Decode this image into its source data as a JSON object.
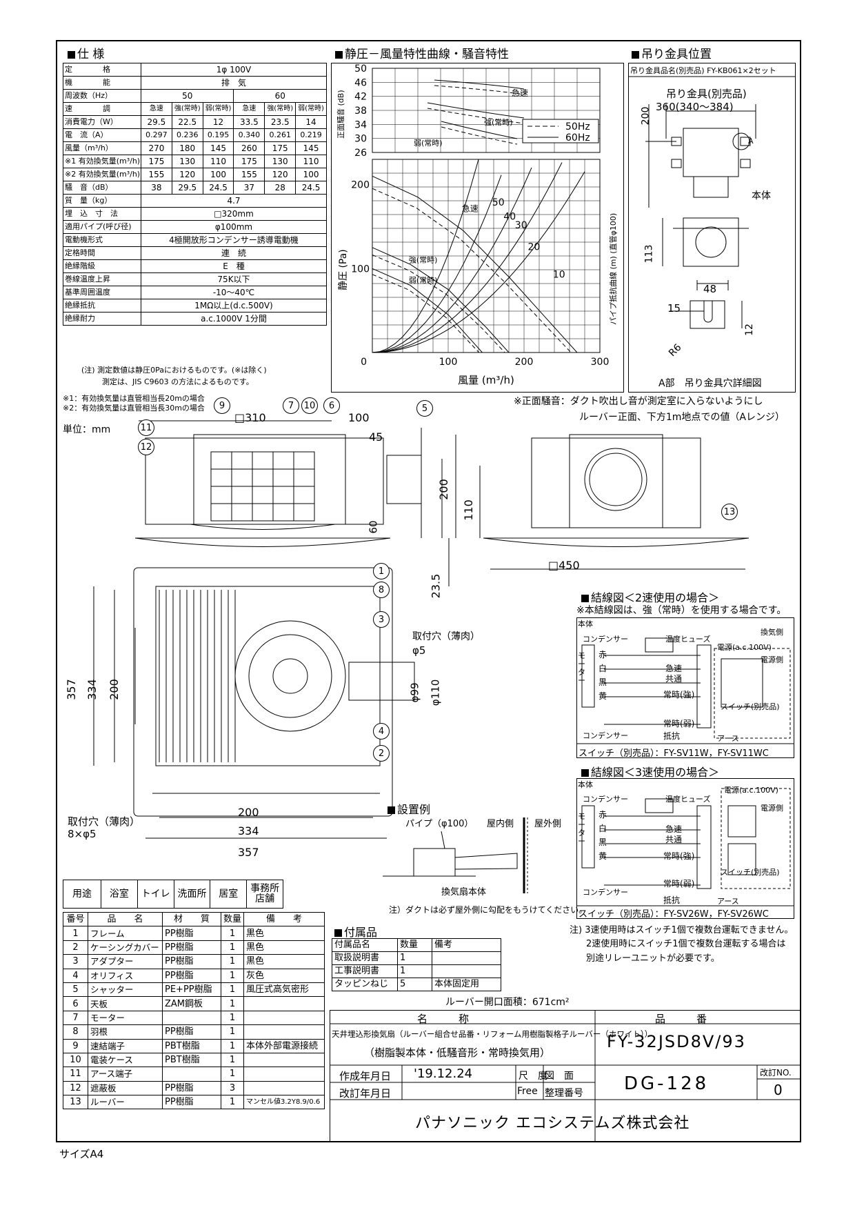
{
  "spec": {
    "title": "仕 様",
    "rows": [
      [
        "定　　　　格",
        "1φ 100V"
      ],
      [
        "機　　　　能",
        "排　気"
      ],
      [
        "周波数（Hz）",
        "50",
        "60"
      ],
      [
        "速　　　　調",
        "急速",
        "強(常時)",
        "弱(常時)",
        "急速",
        "強(常時)",
        "弱(常時)"
      ],
      [
        "消費電力（W）",
        "29.5",
        "22.5",
        "12",
        "33.5",
        "23.5",
        "14"
      ],
      [
        "電　流（A）",
        "0.297",
        "0.236",
        "0.195",
        "0.340",
        "0.261",
        "0.219"
      ],
      [
        "風量（m³/h）",
        "270",
        "180",
        "145",
        "260",
        "175",
        "145"
      ],
      [
        "※1 有効換気量(m³/h)",
        "175",
        "130",
        "110",
        "175",
        "130",
        "110"
      ],
      [
        "※2 有効換気量(m³/h)",
        "155",
        "120",
        "100",
        "155",
        "120",
        "100"
      ],
      [
        "騒　音（dB）",
        "38",
        "29.5",
        "24.5",
        "37",
        "28",
        "24.5"
      ],
      [
        "質　量（kg）",
        "4.7"
      ],
      [
        "埋　込　寸　法",
        "□320mm"
      ],
      [
        "適用パイプ(呼び径)",
        "φ100mm"
      ],
      [
        "電動機形式",
        "4極開放形コンデンサー誘導電動機"
      ],
      [
        "定格時間",
        "連　続"
      ],
      [
        "絶縁階級",
        "E　種"
      ],
      [
        "巻線温度上昇",
        "75K以下"
      ],
      [
        "基準周囲温度",
        "-10～40℃"
      ],
      [
        "絶縁抵抗",
        "1MΩ以上(d.c.500V)"
      ],
      [
        "絶縁耐力",
        "a.c.1000V 1分間"
      ]
    ],
    "note1": "(注) 測定数値は静圧0Paにおけるものです。(※は除く)",
    "note2": "測定は、JIS C9603 の方法によるものです。",
    "foot1": "※1：有効換気量は直管相当長20mの場合",
    "foot2": "※2：有効換気量は直管相当長30mの場合",
    "unit": "単位：mm"
  },
  "chart_section_title": "静圧－風量特性曲線・騒音特性",
  "chart_data": {
    "type": "line",
    "noise": {
      "ylabel": "正面騒音 (dB)",
      "yticks": [
        "50",
        "46",
        "42",
        "38",
        "34",
        "30",
        "26"
      ],
      "legend": [
        "50Hz",
        "60Hz"
      ],
      "curve_labels": [
        "急速",
        "強(常時)",
        "弱(常時)"
      ]
    },
    "pressure": {
      "ylabel": "静圧 (Pa)",
      "y2label": "パイプ抵抗曲線 (m) (直管φ100)",
      "yticks": [
        "200",
        "100",
        "0"
      ],
      "xticks": [
        "100",
        "200",
        "300"
      ],
      "xlabel": "風量 (m³/h)",
      "xlim": [
        0,
        300
      ],
      "ylim": [
        0,
        230
      ],
      "curve_labels": [
        "急速",
        "強(常時)",
        "弱(常時)"
      ],
      "pipe_labels": [
        "50",
        "40",
        "30",
        "20",
        "10"
      ],
      "series": [
        {
          "name": "急速",
          "x": [
            0,
            60,
            120,
            180,
            230,
            270
          ],
          "y": [
            210,
            185,
            145,
            90,
            40,
            0
          ]
        },
        {
          "name": "強(常時)",
          "x": [
            0,
            50,
            100,
            150,
            180
          ],
          "y": [
            125,
            105,
            75,
            30,
            0
          ]
        },
        {
          "name": "弱(常時)",
          "x": [
            0,
            50,
            100,
            130,
            145
          ],
          "y": [
            100,
            80,
            45,
            15,
            0
          ]
        }
      ]
    }
  },
  "hanger": {
    "title": "吊り金具位置",
    "header": "吊り金具品名(別売品) FY-KB061×2セット",
    "label1": "吊り金具(別売品)",
    "dim1": "360(340～384)",
    "dim200": "200",
    "body": "本体",
    "a": "A",
    "dim113": "113",
    "dim48": "48",
    "dim15": "15",
    "dim12": "12",
    "r6": "R6",
    "caption": "A部　吊り金具穴詳細図"
  },
  "front_note1": "※正面騒音：ダクト吹出し音が測定室に入らないようにし",
  "front_note2": "ルーバー正面、下方1m地点での値（Aレンジ）",
  "dims": {
    "d310": "□310",
    "d100": "100",
    "d45": "45",
    "d60": "60",
    "d200v": "200",
    "d110": "110",
    "d450": "□450",
    "d235": "23.5",
    "d357": "357",
    "d334": "334",
    "d200": "200",
    "hole1": "取付穴（薄肉）",
    "hole1d": "φ5",
    "d99": "φ99",
    "d110b": "φ110",
    "hole2": "取付穴（薄肉）",
    "hole2d": "8×φ5",
    "b200": "200",
    "b334": "334",
    "b357": "357"
  },
  "callouts": [
    "1",
    "2",
    "3",
    "4",
    "5",
    "6",
    "7",
    "8",
    "9",
    "10",
    "11",
    "12",
    "13"
  ],
  "wiring2": {
    "title": "結線図＜2速使用の場合＞",
    "note": "※本結線図は、強（常時）を使用する場合です。",
    "body": "本体",
    "cap": "コンデンサー",
    "fuse": "温度ヒューズ",
    "motor": "モーター",
    "colors": [
      "赤",
      "白",
      "黒",
      "黄"
    ],
    "t1": "急速",
    "t2": "共通",
    "t3": "常時(強)",
    "t4": "常時(弱)",
    "t5": "抵抗",
    "power": "電源(a.c.100V)",
    "sw": "スイッチ(別売品)",
    "ground": "アース",
    "side1": "換気側",
    "side2": "電源側",
    "switch": "スイッチ（別売品）：FY-SV11W，FY-SV11WC"
  },
  "wiring3": {
    "title": "結線図＜3速使用の場合＞",
    "body": "本体",
    "cap": "コンデンサー",
    "fuse": "温度ヒューズ",
    "motor": "モーター",
    "colors": [
      "赤",
      "白",
      "黒",
      "黄"
    ],
    "t1": "急速",
    "t2": "共通",
    "t3": "常時(強)",
    "t4": "常時(弱)",
    "t5": "抵抗",
    "power": "電源(a.c.100V)",
    "sw": "スイッチ(別売品)",
    "ground": "アース",
    "side2": "電源側",
    "switch": "スイッチ（別売品）：FY-SV26W，FY-SV26WC",
    "note1": "注) 3速使用時はスイッチ1個で複数台運転できません。",
    "note2": "2速使用時にスイッチ1個で複数台運転する場合は",
    "note3": "別途リレーユニットが必要です。"
  },
  "install": {
    "title": "設置例",
    "pipe": "パイプ（φ100）",
    "indoor": "屋内側",
    "outdoor": "屋外側",
    "body": "換気扇本体",
    "note": "注）ダクトは必ず屋外側に勾配をもうけてください。"
  },
  "use": {
    "label": "用途",
    "items": [
      "浴室",
      "トイレ",
      "洗面所",
      "居室",
      "事務所 店舗"
    ]
  },
  "parts": {
    "headers": [
      "番号",
      "品　　名",
      "材　　質",
      "数量",
      "備　　考"
    ],
    "rows": [
      [
        "1",
        "フレーム",
        "PP樹脂",
        "1",
        "黒色"
      ],
      [
        "2",
        "ケーシングカバー",
        "PP樹脂",
        "1",
        "黒色"
      ],
      [
        "3",
        "アダプター",
        "PP樹脂",
        "1",
        "黒色"
      ],
      [
        "4",
        "オリフィス",
        "PP樹脂",
        "1",
        "灰色"
      ],
      [
        "5",
        "シャッター",
        "PE+PP樹脂",
        "1",
        "風圧式高気密形"
      ],
      [
        "6",
        "天板",
        "ZAM鋼板",
        "1",
        ""
      ],
      [
        "7",
        "モーター",
        "",
        "1",
        ""
      ],
      [
        "8",
        "羽根",
        "PP樹脂",
        "1",
        ""
      ],
      [
        "9",
        "速結端子",
        "PBT樹脂",
        "1",
        "本体外部電源接続"
      ],
      [
        "10",
        "電装ケース",
        "PBT樹脂",
        "1",
        ""
      ],
      [
        "11",
        "アース端子",
        "",
        "1",
        ""
      ],
      [
        "12",
        "遮蔽板",
        "PP樹脂",
        "3",
        ""
      ],
      [
        "13",
        "ルーバー",
        "PP樹脂",
        "1",
        "マンセル値3.2Y8.9/0.6"
      ]
    ]
  },
  "accessories": {
    "title": "付属品",
    "headers": [
      "付属品名",
      "数量",
      "備考"
    ],
    "rows": [
      [
        "取扱説明書",
        "1",
        ""
      ],
      [
        "工事説明書",
        "1",
        ""
      ],
      [
        "タッピンねじ",
        "5",
        "本体固定用"
      ]
    ],
    "louver": "ルーバー開口面積：671cm²"
  },
  "titleblock": {
    "name_hdr": "名　　　称",
    "no_hdr": "品　　　番",
    "name1": "天井埋込形換気扇（ルーバー組合せ品番・リフォーム用樹脂製格子ルーバー（ホワイト））",
    "name2": "（樹脂製本体・低騒音形・常時換気用）",
    "model": "FY-32JSD8V/93",
    "made": "作成年月日",
    "date": "'19.12.24",
    "scale_lbl": "尺　度",
    "scale": "Free",
    "drawing_lbl": "図　面",
    "ref_lbl": "整理番号",
    "drawing": "DG-128",
    "rev_lbl": "改訂NO.",
    "rev": "0",
    "revised": "改訂年月日",
    "company": "パナソニック エコシステムズ株式会社"
  },
  "size": "サイズA4"
}
